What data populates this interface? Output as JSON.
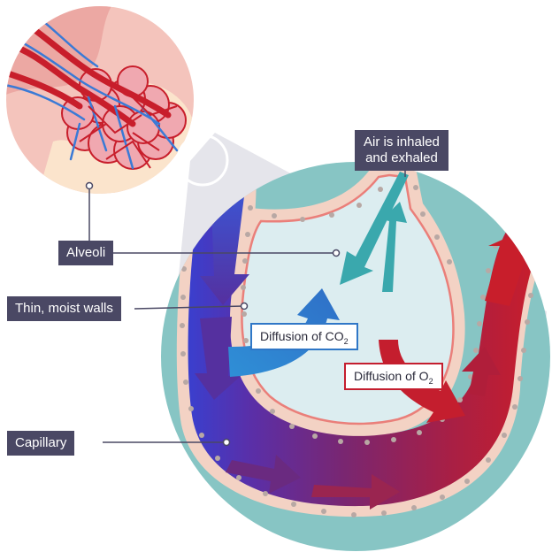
{
  "labels": {
    "alveoli": "Alveoli",
    "walls": "Thin, moist walls",
    "capillary": "Capillary",
    "air_line1": "Air is inhaled",
    "air_line2": "and exhaled",
    "co2_prefix": "Diffusion of CO",
    "co2_sub": "2",
    "o2_prefix": "Diffusion of O",
    "o2_sub": "2"
  },
  "colors": {
    "tag_bg": "#4a4864",
    "teal_circle": "#87c5c4",
    "alveolus_fill": "#dcedf0",
    "wall_fill": "#f3d2c4",
    "wall_line": "#ea7f7a",
    "deoxygenated_blue": "#3a57d6",
    "oxygenated_red": "#c81e2b",
    "co2_arrow": "#2f77c7",
    "o2_arrow": "#c41e2e",
    "air_arrow": "#3aa8ad"
  },
  "icons": [
    "lung-inset-illustration",
    "magnifier-circle",
    "air-arrows",
    "co2-diffusion-arrow",
    "o2-diffusion-arrow",
    "blood-flow-arrows"
  ]
}
